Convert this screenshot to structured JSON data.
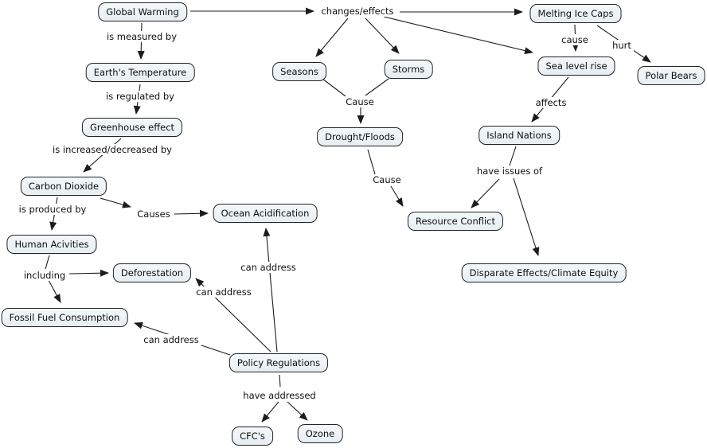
{
  "nodes": {
    "global_warming": "Global Warming",
    "earths_temperature": "Earth's Temperature",
    "greenhouse_effect": "Greenhouse effect",
    "carbon_dioxide": "Carbon Dioxide",
    "human_acivities": "Human Acivities",
    "deforestation": "Deforestation",
    "fossil_fuel_consumption": "Fossil Fuel Consumption",
    "ocean_acidification": "Ocean Acidification",
    "policy_regulations": "Policy Regulations",
    "cfcs": "CFC's",
    "ozone": "Ozone",
    "seasons": "Seasons",
    "storms": "Storms",
    "drought_floods": "Drought/Floods",
    "melting_ice_caps": "Melting Ice Caps",
    "sea_level_rise": "Sea level rise",
    "polar_bears": "Polar Bears",
    "island_nations": "Island Nations",
    "resource_conflict": "Resource Conflict",
    "disparate_effects": "Disparate Effects/Climate Equity"
  },
  "labels": {
    "changes_effects": "changes/effects",
    "is_measured_by": "is measured by",
    "is_regulated_by": "is regulated by",
    "is_increased_decreased_by": "is increased/decreased by",
    "is_produced_by": "is produced by",
    "causes": "Causes",
    "including": "including",
    "can_address_ocean": "can address",
    "can_address_deforestation": "can address",
    "can_address_fossil": "can address",
    "have_addressed": "have addressed",
    "cause_weather": "Cause",
    "cause_drought": "Cause",
    "cause_melting": "cause",
    "hurt": "hurt",
    "affects": "affects",
    "have_issues_of": "have issues of"
  },
  "colors": {
    "node_fill": "#ecf2f6",
    "node_border": "#232323",
    "line": "#1c1c1c",
    "background": "#ffffff",
    "text": "#101010"
  }
}
